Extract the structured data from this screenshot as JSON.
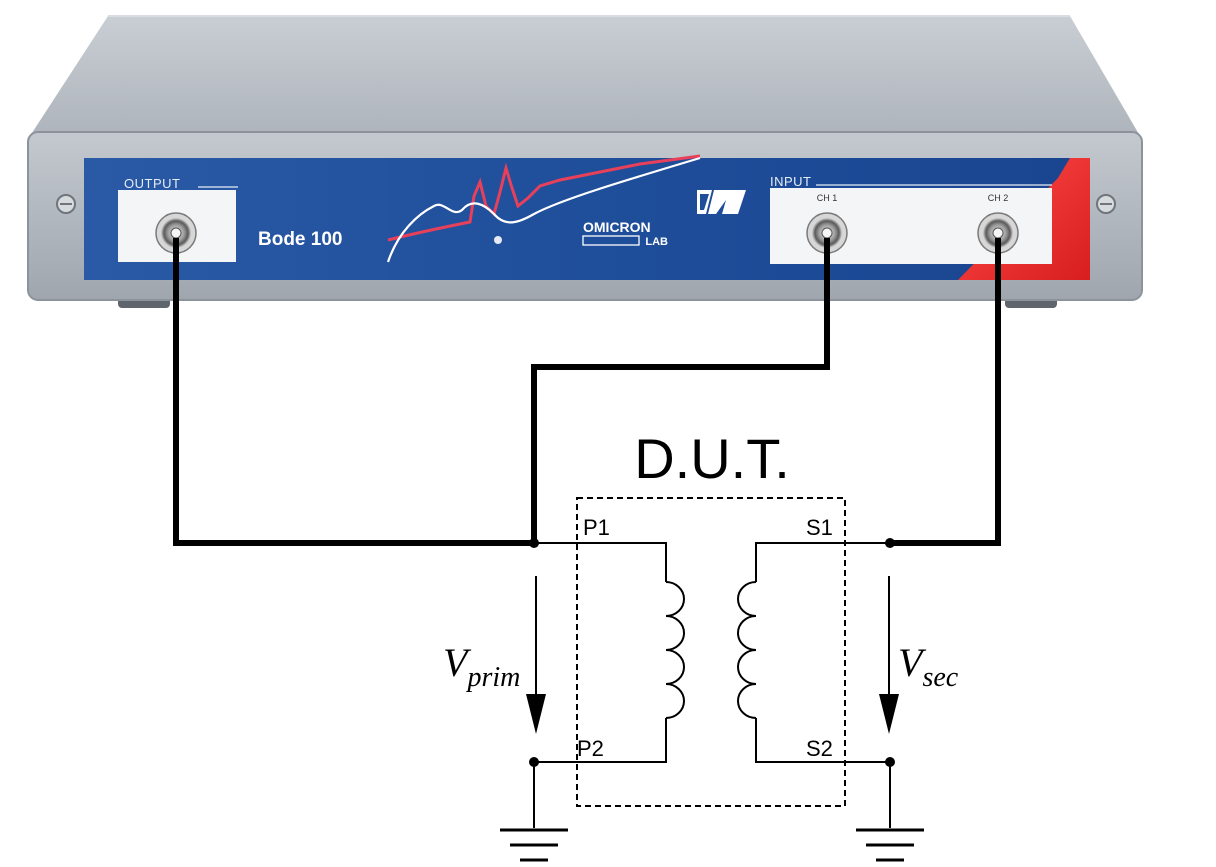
{
  "device": {
    "output_label": "OUTPUT",
    "input_label": "INPUT",
    "ch1_label": "CH 1",
    "ch2_label": "CH 2",
    "model_name": "Bode 100",
    "brand_name": "OMICRON",
    "brand_sub": "LAB",
    "panel_color": "#1f4e9a",
    "accent_red": "#e8262a",
    "body_color": "#b9bfc6"
  },
  "circuit": {
    "dut_title": "D.U.T.",
    "p1": "P1",
    "p2": "P2",
    "s1": "S1",
    "s2": "S2",
    "v_prim_main": "V",
    "v_prim_sub": "prim",
    "v_sec_main": "V",
    "v_sec_sub": "sec"
  }
}
